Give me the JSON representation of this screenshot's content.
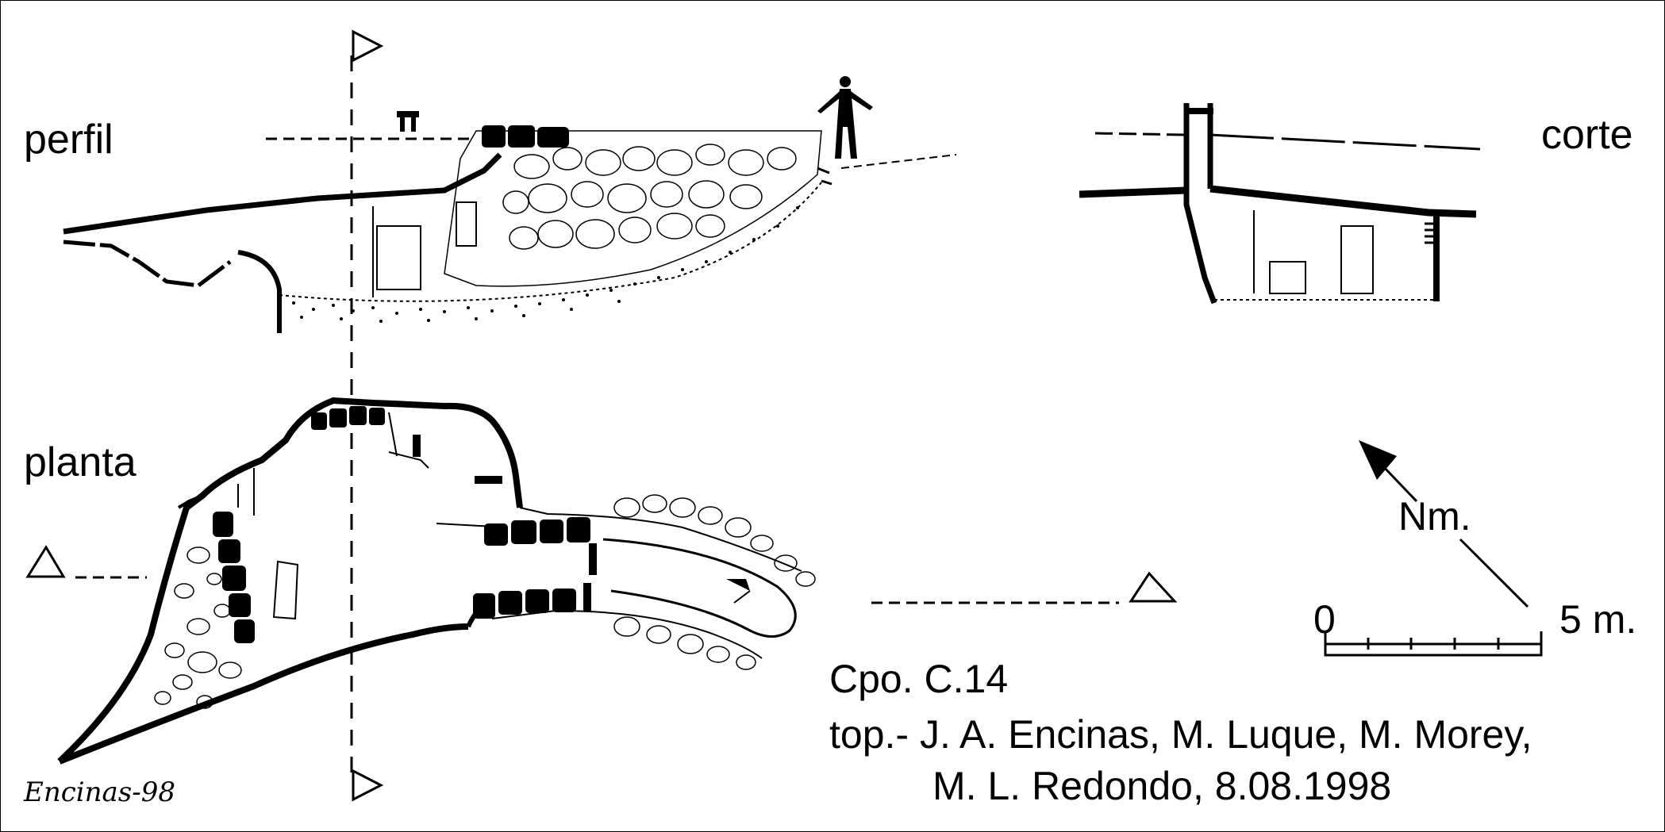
{
  "labels": {
    "profile": "perfil",
    "section": "corte",
    "plan": "planta",
    "north": "Nm.",
    "scale_start": "0",
    "scale_end": "5 m."
  },
  "caption": {
    "cave_id": "Cpo. C.14",
    "survey_line1": "top.- J. A. Encinas, M. Luque, M. Morey,",
    "survey_line2": "M. L. Redondo, 8.08.1998"
  },
  "signature": "Encinas-98",
  "colors": {
    "ink": "#000000",
    "paper": "#ffffff"
  }
}
